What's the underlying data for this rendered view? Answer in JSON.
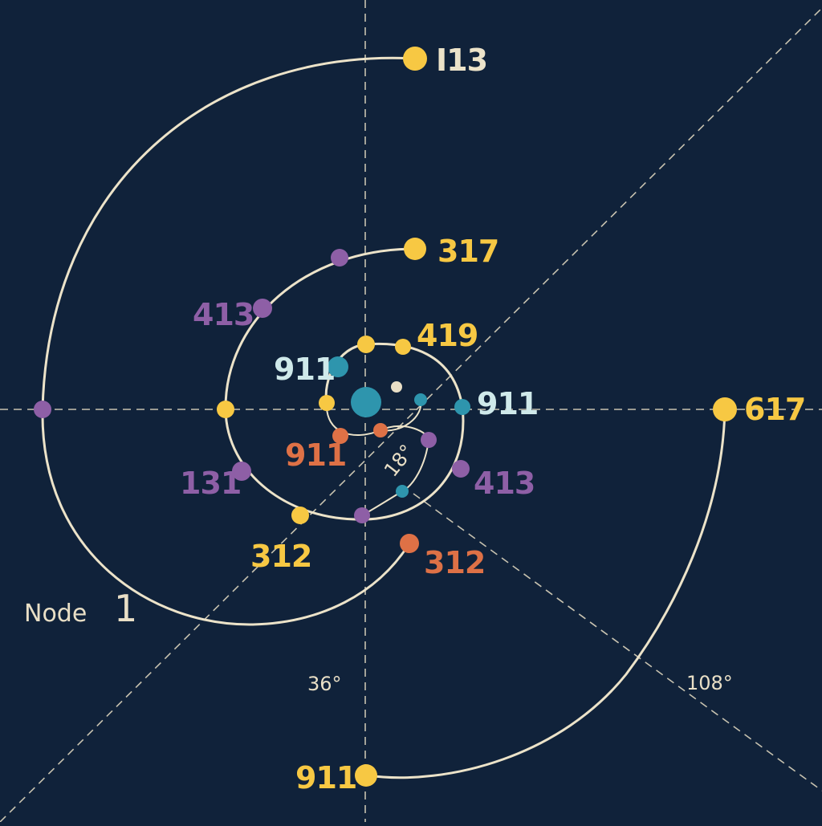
{
  "colors": {
    "background": "#10223a",
    "line": "#ece3c9",
    "yellow": "#f7c843",
    "purple": "#8e5fa6",
    "teal": "#2e95ad",
    "orange": "#de7146",
    "pale_cyan": "#cfe9ea",
    "cream": "#e9dfc6"
  },
  "angles": {
    "a18": "18°",
    "a36": "36°",
    "a108": "108°"
  },
  "node_label": {
    "word": "Node",
    "number": "1"
  },
  "labels": {
    "l113": "I13",
    "l317": "317",
    "l413_left": "413",
    "l419": "419",
    "l911_left": "911",
    "l911_right": "911",
    "l617": "617",
    "l911_orange": "911",
    "l131": "131",
    "l413_right": "413",
    "l312_yellow": "312",
    "l312_orange": "312",
    "l911_bottom": "911"
  },
  "nodes": [
    {
      "id": "center",
      "color": "teal"
    },
    {
      "id": "n113",
      "color": "yellow"
    },
    {
      "id": "n317",
      "color": "yellow"
    },
    {
      "id": "n617",
      "color": "yellow"
    },
    {
      "id": "n911_bottom",
      "color": "yellow"
    }
  ]
}
